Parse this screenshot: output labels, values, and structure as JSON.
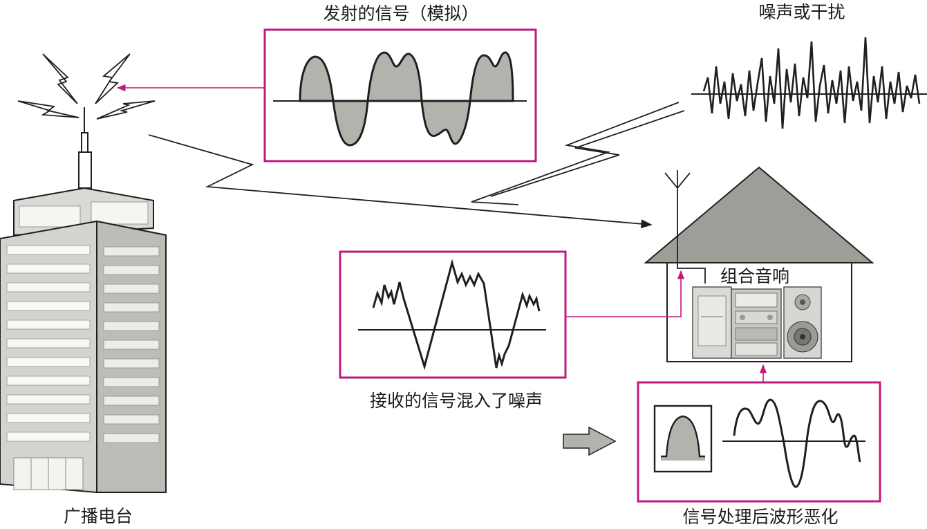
{
  "labels": {
    "transmitted_signal": "发射的信号（模拟）",
    "noise": "噪声或干扰",
    "stereo": "组合音响",
    "received_signal": "接收的信号混入了噪声",
    "station": "广播电台",
    "processed_signal": "信号处理后波形恶化"
  },
  "colors": {
    "frame": "#c2187c",
    "wave_fill": "#b3b3ae",
    "ink": "#1f1f1f",
    "roof": "#9e9e98",
    "building": "#efefec"
  }
}
